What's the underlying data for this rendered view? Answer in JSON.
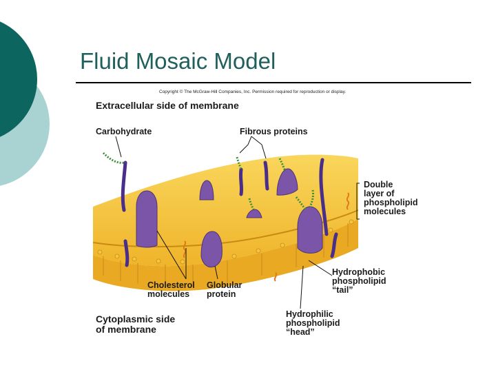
{
  "slide": {
    "title": "Fluid Mosaic Model"
  },
  "figure": {
    "copyright": "Copyright © The McGraw-Hill Companies, Inc. Permission required for reproduction or display.",
    "labels": {
      "extracellular": "Extracellular side of membrane",
      "carbohydrate": "Carbohydrate",
      "fibrous": "Fibrous proteins",
      "double_layer": [
        "Double",
        "layer of",
        "phospholipid",
        "molecules"
      ],
      "hydrophobic": [
        "Hydrophobic",
        "phospholipid",
        "“tail”"
      ],
      "cholesterol": [
        "Cholesterol",
        "molecules"
      ],
      "globular": [
        "Globular",
        "protein"
      ],
      "hydrophilic": [
        "Hydrophilic",
        "phospholipid",
        "“head”"
      ],
      "cytoplasmic": [
        "Cytoplasmic side",
        "of membrane"
      ]
    }
  },
  "colors": {
    "deco_dark": "#0d6560",
    "deco_light": "#a9d3d2",
    "membrane": "#f5c13a",
    "protein": "#7b56a8",
    "carbohydrate": "#3f8f3a"
  }
}
